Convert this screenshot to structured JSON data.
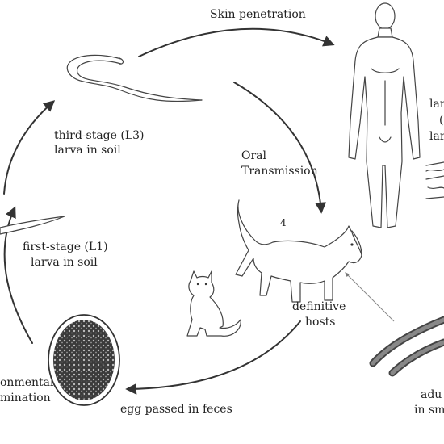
{
  "labels": {
    "skin_penetration": "Skin penetration",
    "l3_line1": "third-stage (L3)",
    "l3_line2": "larva in soil",
    "oral_line1": "Oral",
    "oral_line2": "Transmission",
    "host_number": "4",
    "l1_line1": "first-stage (L1)",
    "l1_line2": "larva in soil",
    "definitive_line1": "definitive",
    "definitive_line2": "hosts",
    "egg_passed": "egg passed in feces",
    "env_line1": "onmental",
    "env_line2": "mination",
    "right_line1": "lar",
    "right_line2": "(",
    "right_line3": "lar",
    "adult_line1": "adu",
    "adult_line2": "in sm"
  },
  "colors": {
    "arrow": "#333333",
    "ink": "#222222",
    "worm_dark": "#555555"
  },
  "icons": {
    "larva_l3": "larva-l3-icon",
    "larva_l1": "larva-l1-icon",
    "human": "human-figure-icon",
    "dog": "dog-icon",
    "cat": "cat-icon",
    "egg": "egg-icon",
    "adult_worms": "adult-worms-icon",
    "skin_section": "skin-section-icon"
  }
}
